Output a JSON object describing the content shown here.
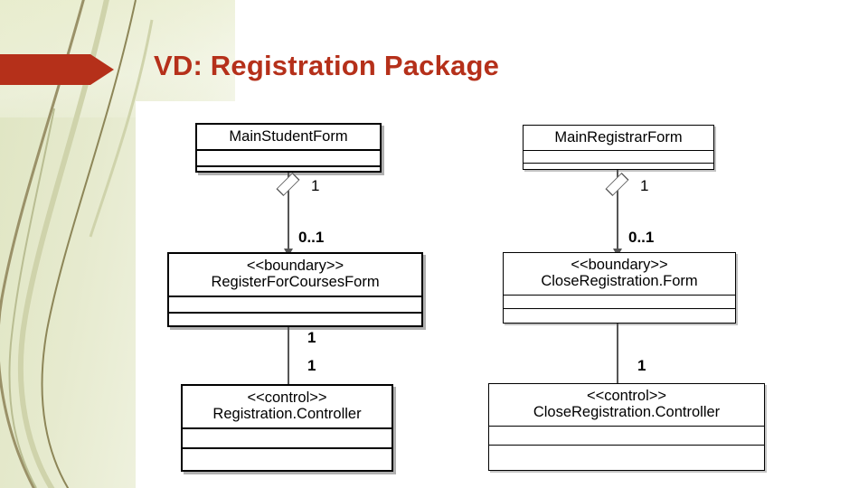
{
  "slide": {
    "title": "VD: Registration Package",
    "title_color": "#b5301a",
    "accent_color": "#b5301a"
  },
  "diagram_data": {
    "type": "uml-class-diagram",
    "classes": [
      {
        "id": "main-student-form",
        "stereotype": "",
        "name": "MainStudentForm",
        "compartments": 2,
        "column": "left",
        "row": 1
      },
      {
        "id": "register-for-courses-form",
        "stereotype": "<<boundary>>",
        "name": "RegisterForCoursesForm",
        "compartments": 2,
        "column": "left",
        "row": 2
      },
      {
        "id": "registration-controller",
        "stereotype": "<<control>>",
        "name": "Registration.Controller",
        "compartments": 2,
        "column": "left",
        "row": 3
      },
      {
        "id": "main-registrar-form",
        "stereotype": "",
        "name": "MainRegistrarForm",
        "compartments": 2,
        "column": "right",
        "row": 1
      },
      {
        "id": "close-registration-form",
        "stereotype": "<<boundary>>",
        "name": "CloseRegistration.Form",
        "compartments": 2,
        "column": "right",
        "row": 2
      },
      {
        "id": "close-registration-controller",
        "stereotype": "<<control>>",
        "name": "CloseRegistration.Controller",
        "compartments": 2,
        "column": "right",
        "row": 3
      }
    ],
    "associations": [
      {
        "from": "main-student-form",
        "to": "register-for-courses-form",
        "kind": "aggregation-directed",
        "source_multiplicity": "1",
        "target_multiplicity": "0..1"
      },
      {
        "from": "register-for-courses-form",
        "to": "registration-controller",
        "kind": "association",
        "source_multiplicity": "1",
        "target_multiplicity": "1"
      },
      {
        "from": "main-registrar-form",
        "to": "close-registration-form",
        "kind": "aggregation-directed",
        "source_multiplicity": "1",
        "target_multiplicity": "0..1"
      },
      {
        "from": "close-registration-form",
        "to": "close-registration-controller",
        "kind": "association",
        "source_multiplicity": "1",
        "target_multiplicity": ""
      }
    ],
    "labels": {
      "left_a_source_mult": "1",
      "left_a_target_mult": "0..1",
      "left_b_source_mult": "1",
      "left_b_target_mult": "1",
      "right_a_source_mult": "1",
      "right_a_target_mult": "0..1",
      "right_b_source_mult": "1"
    }
  }
}
